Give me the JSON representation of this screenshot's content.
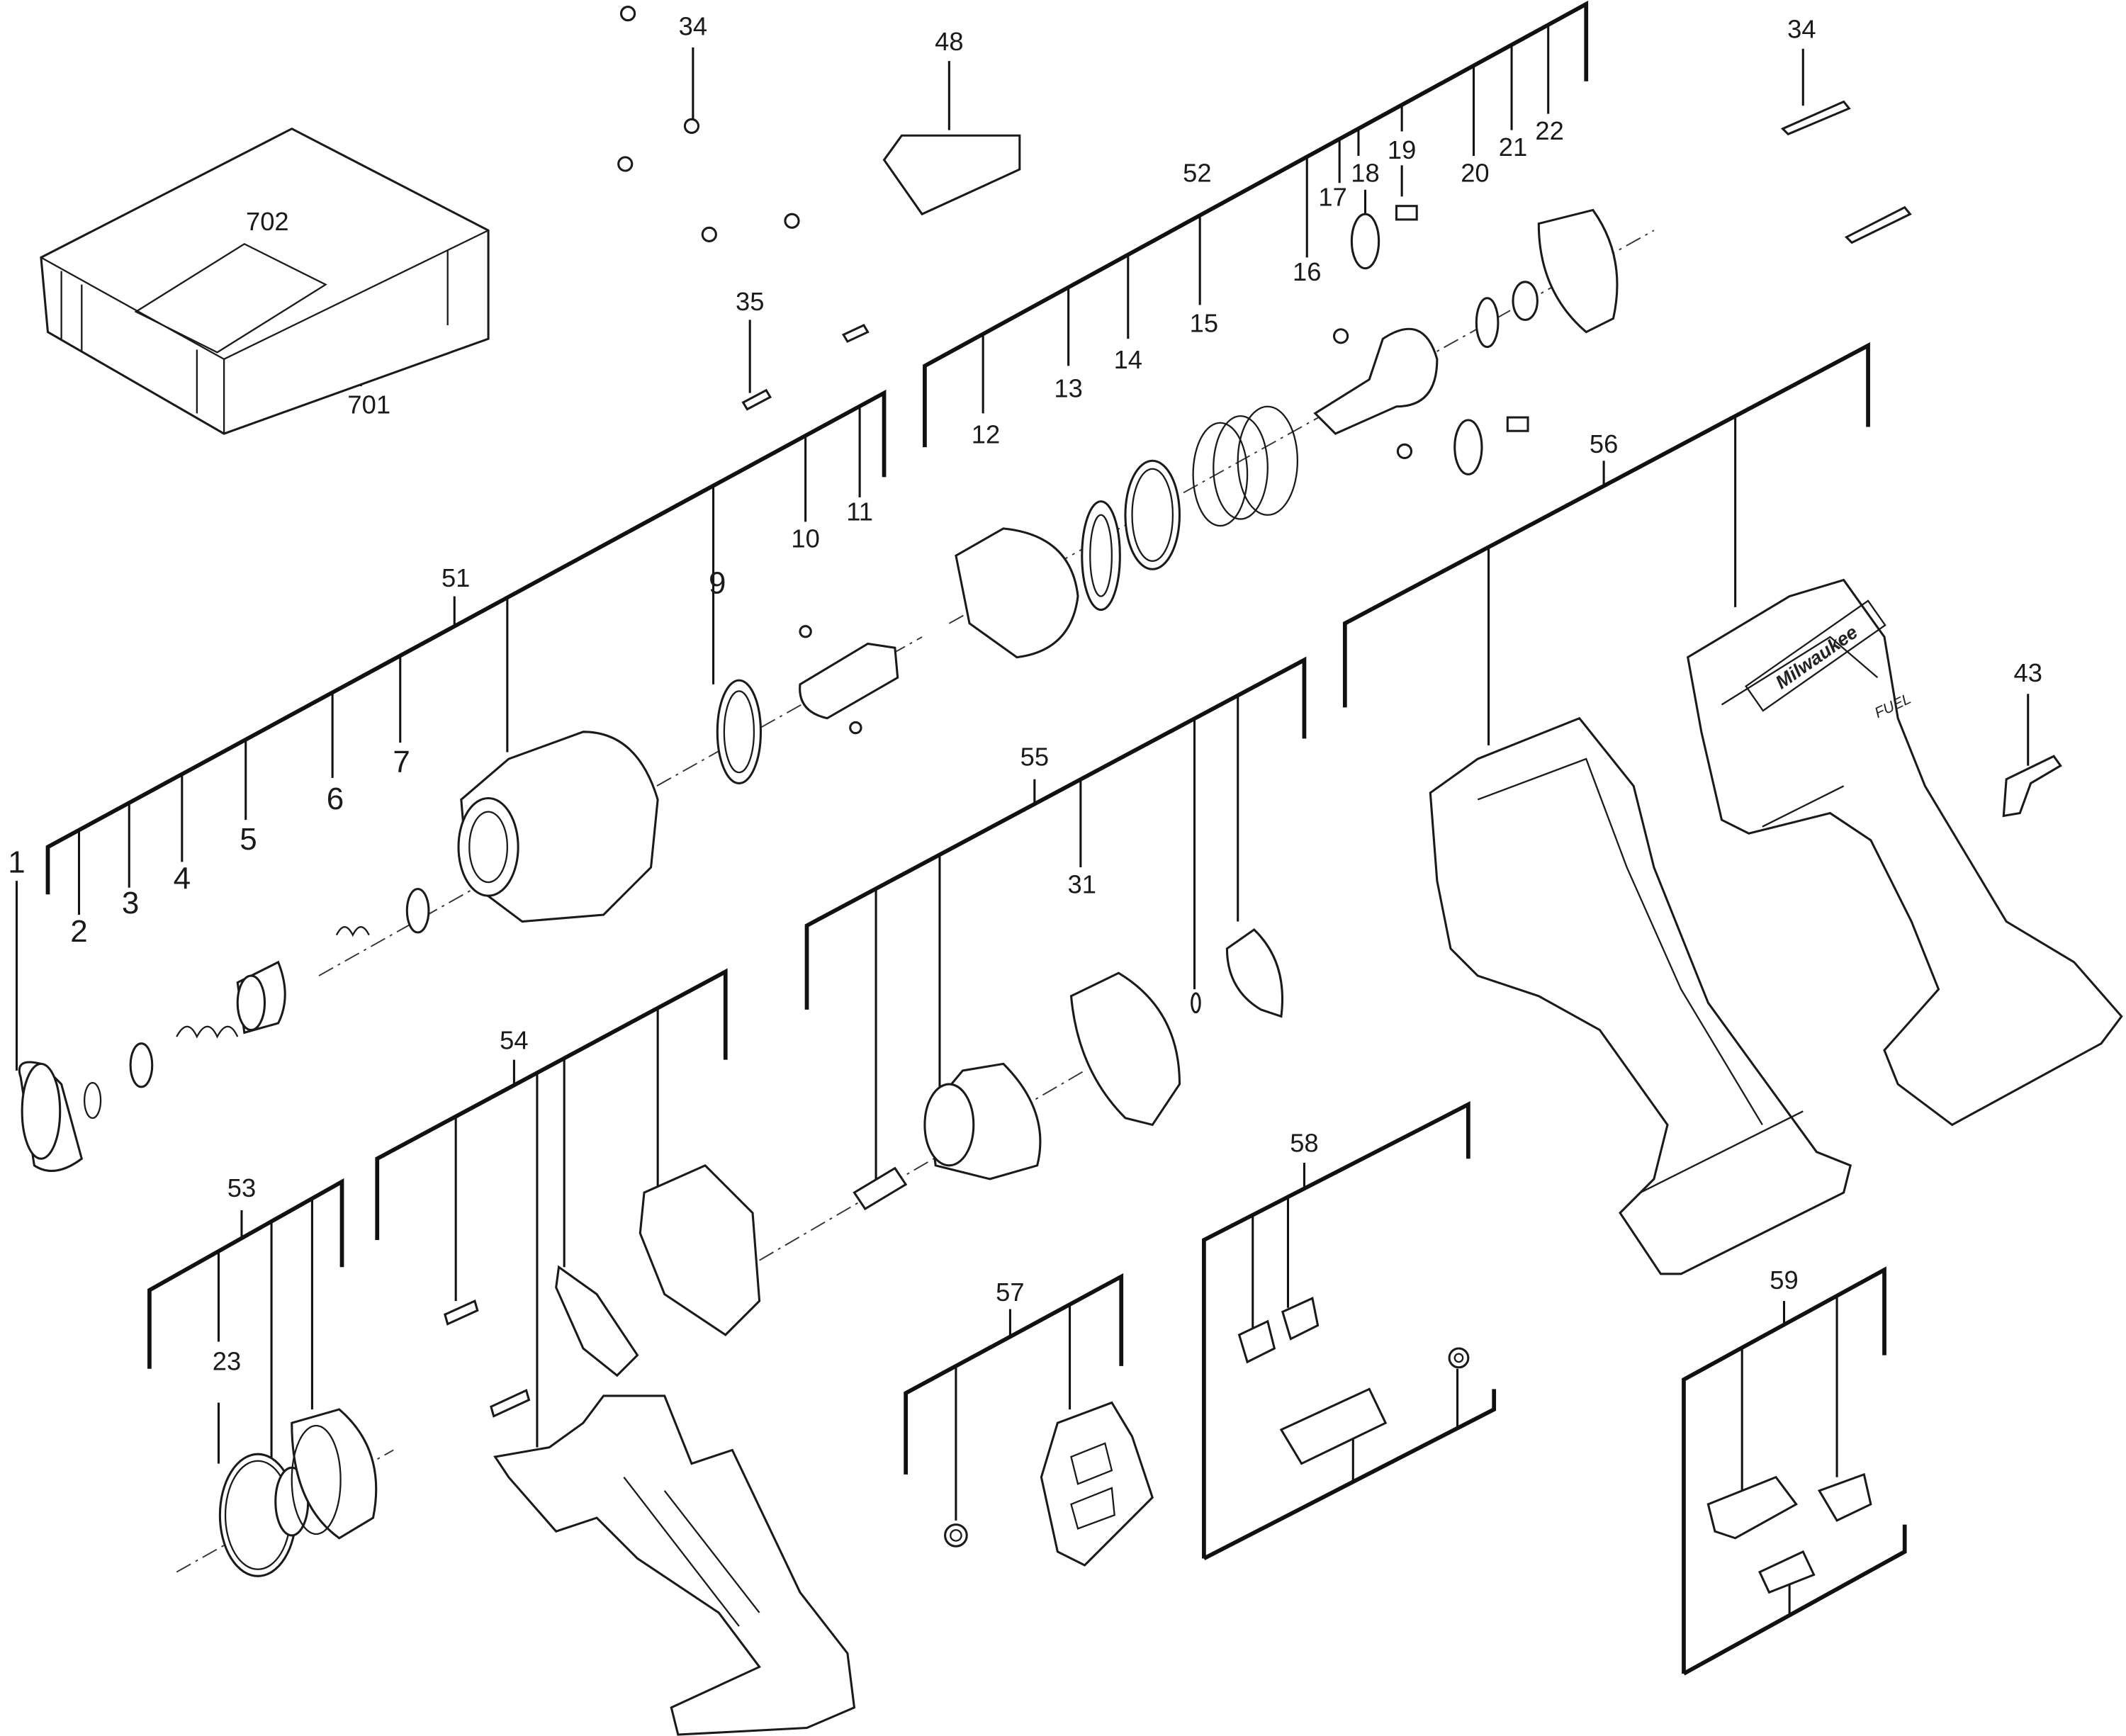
{
  "diagram": {
    "type": "exploded-parts-diagram",
    "callouts": {
      "c1": "1",
      "c2": "2",
      "c3": "3",
      "c4": "4",
      "c5": "5",
      "c6": "6",
      "c7": "7",
      "c9": "9",
      "c10": "10",
      "c11": "11",
      "c12": "12",
      "c13": "13",
      "c14": "14",
      "c15": "15",
      "c16": "16",
      "c17": "17",
      "c18": "18",
      "c19": "19",
      "c20": "20",
      "c21": "21",
      "c22": "22",
      "c23": "23",
      "c31": "31",
      "c34a": "34",
      "c34b": "34",
      "c35": "35",
      "c43": "43",
      "c48": "48",
      "c51": "51",
      "c52": "52",
      "c53": "53",
      "c54": "54",
      "c55": "55",
      "c56": "56",
      "c57": "57",
      "c58": "58",
      "c59": "59",
      "c701": "701",
      "c702": "702"
    },
    "logo_text": "Milwaukee",
    "badge_text": "FUEL"
  }
}
